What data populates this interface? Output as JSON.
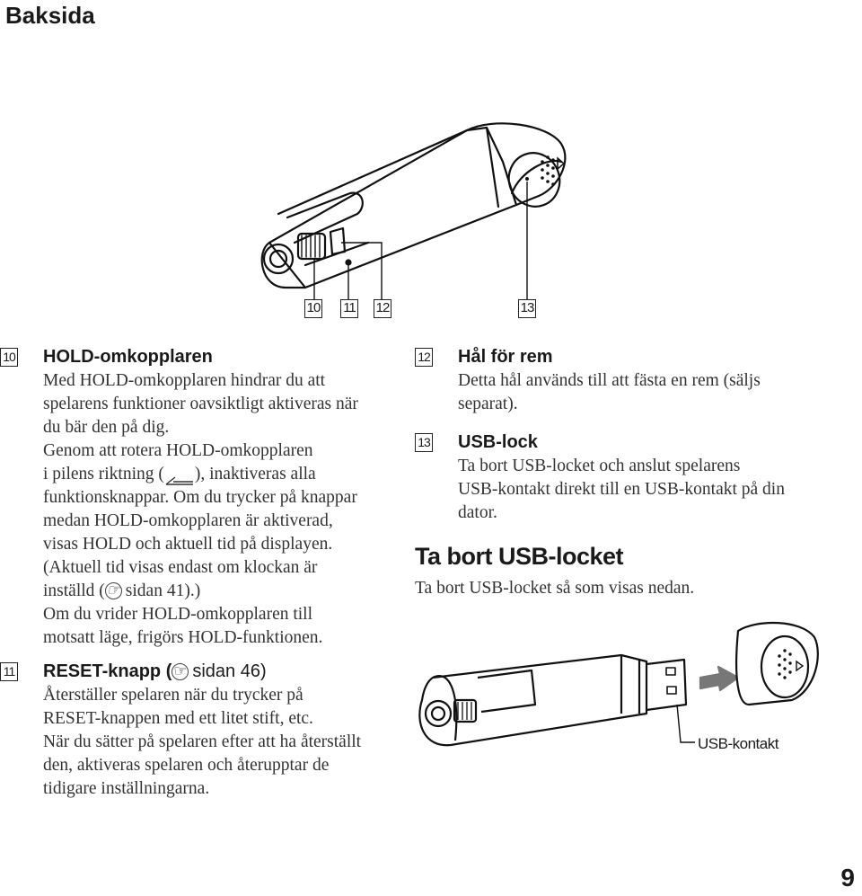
{
  "header": {
    "title": "Baksida"
  },
  "figure_top": {
    "callouts": [
      "10",
      "11",
      "12",
      "13"
    ]
  },
  "items": [
    {
      "number": "10",
      "title": "HOLD-omkopplaren",
      "lines": [
        "Med HOLD-omkopplaren hindrar du att",
        "spelarens funktioner oavsiktligt aktiveras när",
        "du bär den på dig.",
        "Genom att rotera HOLD-omkopplaren",
        "i pilens riktning (",
        "), inaktiveras alla",
        "funktionsknappar. Om du trycker på knappar",
        "medan HOLD-omkopplaren är aktiverad,",
        "visas HOLD och aktuell tid på displayen.",
        "(Aktuell tid visas endast om klockan är",
        "inställd (",
        "sidan 41).)",
        "Om du vrider HOLD-omkopplaren till",
        "motsatt läge, frigörs HOLD-funktionen."
      ]
    },
    {
      "number": "11",
      "title": "RESET-knapp (",
      "title_ref": "sidan 46)",
      "lines": [
        "Återställer spelaren när du trycker på",
        "RESET-knappen med ett litet stift, etc.",
        "När du sätter på spelaren efter att ha återställt",
        "den, aktiveras spelaren och återupptar de",
        "tidigare inställningarna."
      ]
    },
    {
      "number": "12",
      "title": "Hål för rem",
      "lines": [
        "Detta hål används till att fästa en rem (säljs",
        "separat)."
      ]
    },
    {
      "number": "13",
      "title": "USB-lock",
      "lines": [
        "Ta bort USB-locket och anslut spelarens",
        "USB-kontakt direkt till en USB-kontakt på din",
        "dator."
      ]
    }
  ],
  "usb_section": {
    "title": "Ta bort USB-locket",
    "description": "Ta bort USB-locket så som visas nedan.",
    "figure_label": "USB-kontakt"
  },
  "footer": {
    "page_number": "9"
  },
  "icons": {
    "reference": "hand-pointer-icon",
    "hold_direction": "arrow-left-icon"
  }
}
